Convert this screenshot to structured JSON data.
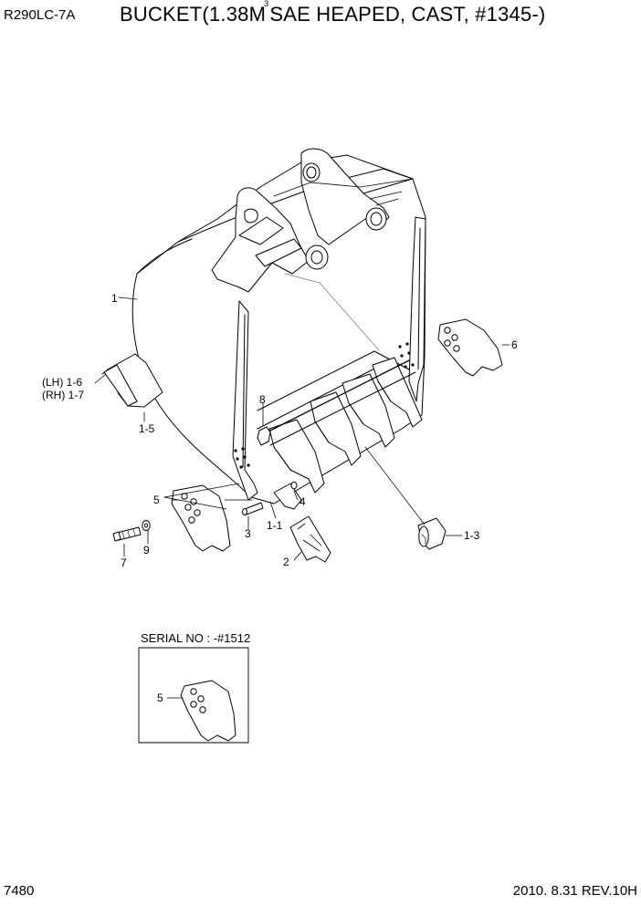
{
  "header": {
    "model": "R290LC-7A",
    "title_prefix": "BUCKET(1.38M",
    "title_superscript": "3",
    "title_suffix": "SAE HEAPED, CAST, #1345-)"
  },
  "callouts": {
    "c1": "1",
    "c1_6": "(LH) 1-6",
    "c1_7": "(RH) 1-7",
    "c1_5": "1-5",
    "c6": "6",
    "c8": "8",
    "c5": "5",
    "c4": "4",
    "c3": "3",
    "c1_1": "1-1",
    "c9": "9",
    "c7": "7",
    "c2": "2",
    "c1_3": "1-3"
  },
  "inset": {
    "serial_label": "SERIAL NO : -#1512",
    "callout": "5"
  },
  "footer": {
    "page_number": "7480",
    "date_revision": "2010. 8.31  REV.10H"
  }
}
